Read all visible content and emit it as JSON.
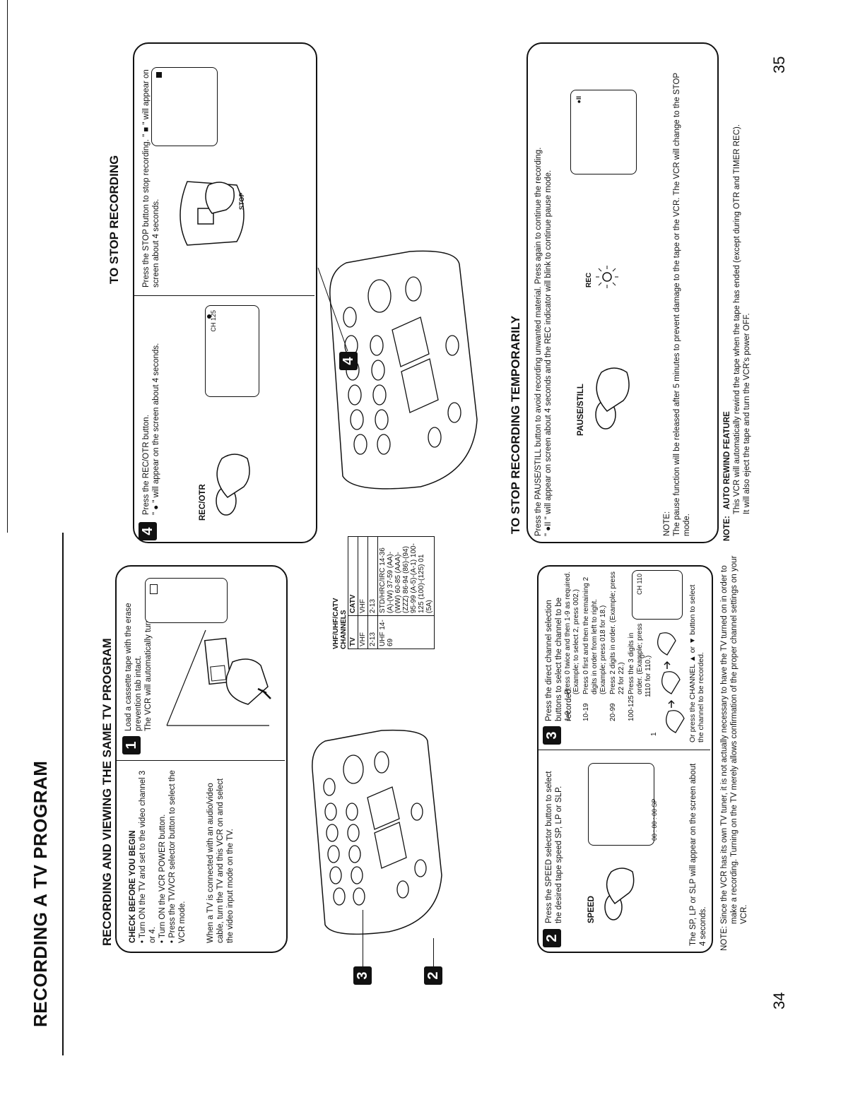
{
  "left": {
    "title": "RECORDING A TV PROGRAM",
    "section_title": "RECORDING AND VIEWING THE SAME TV PROGRAM",
    "check": {
      "heading": "CHECK BEFORE YOU BEGIN",
      "items": [
        "• Turn ON the TV and set to the video channel 3 or 4.",
        "• Turn ON the VCR POWER button.",
        "• Press the TV/VCR selector button to select the VCR mode."
      ],
      "av_note": "When a TV is connected with an audio/video cable, turn the TV and this VCR on and select the video input mode on the TV."
    },
    "step1": {
      "number": "1",
      "text": "Load a cassette tape with the erase prevention tab intact.",
      "text2": "The VCR will automatically turn on."
    },
    "step2": {
      "number": "2",
      "text": "Press the SPEED selector button to select the desired tape speed SP, LP or SLP.",
      "label": "SPEED",
      "screen": "00 : 00 : 00 SP",
      "footer": "The SP, LP or SLP will appear on the screen about 4 seconds."
    },
    "step3": {
      "number": "3",
      "intro": "Press the direct channel selection buttons to select the channel to be recorded.",
      "rows": [
        {
          "range": "1-9",
          "desc": "Press 0 twice and then 1-9 as required. (Example; to select 2, press 002.)"
        },
        {
          "range": "10-19",
          "desc": "Press 0 first and then the remaining 2 digits in order from left to right. (Example; press 018 for 18.)"
        },
        {
          "range": "20-99",
          "desc": "Press 2 digits in order. (Example; press 22 for 22.)"
        },
        {
          "range": "100-125",
          "desc": "Press the 3 digits in order. (Example; press 110 for 110.)"
        }
      ],
      "screen": "CH 110",
      "footer": "Or press the CHANNEL ▲ or ▼ button to select the channel to be recorded.",
      "seq": [
        "1",
        "1",
        "0"
      ]
    },
    "channels": {
      "title": "VHF/UHF/CATV CHANNELS",
      "headers": [
        "TV",
        "CATV"
      ],
      "rows": [
        [
          "VHF",
          "VHF"
        ],
        [
          "2-13",
          "2-13"
        ],
        [
          "UHF 14-69",
          "STD/HRC/IRC 14-36 (A)-(W) 37-59 (AA)-(WW) 60-85 (AAA)-(ZZZ) 86-94 (86)-(94) 95-99 (A-5)-(A-1) 100-125 (100)-(125) 01 (5A)"
        ]
      ]
    },
    "callouts": [
      "3",
      "2"
    ],
    "note_label": "NOTE:",
    "note": "Since the VCR has its own TV tuner, it is not actually necessary to have the TV turned on in order to make a recording. Turning on the TV merely allows confirmation of the proper channel settings on your VCR.",
    "page_number": "34"
  },
  "right": {
    "step4": {
      "number": "4",
      "text": "Press the REC/OTR button.",
      "text2": "\" ● \" will appear on the screen about 4 seconds.",
      "label": "REC/OTR",
      "screen": "CH 125"
    },
    "stop": {
      "title": "TO STOP RECORDING",
      "text": "Press the STOP button to stop recording. \" ■ \" will appear on screen about 4 seconds.",
      "label": "STOP"
    },
    "callout": "4",
    "pause": {
      "title": "TO STOP RECORDING TEMPORARILY",
      "text1": "Press the PAUSE/STILL button to avoid recording unwanted material. Press again to continue the recording.",
      "text2": "\" ●II \" will appear on screen about 4 seconds and the REC indicator will blink to continue pause mode.",
      "label": "PAUSE/STILL",
      "rec_label": "REC",
      "note_label": "NOTE:",
      "note": "The pause function will be released after 5 minutes to prevent damage to the tape or the VCR. The VCR will change to the STOP mode."
    },
    "auto_rewind": {
      "label": "NOTE:",
      "heading": "AUTO REWIND FEATURE",
      "text": "This VCR will automatically rewind the tape when the tape has ended (except during OTR and TIMER REC).",
      "text2": "It will also eject the tape and turn the VCR's power OFF."
    },
    "page_number": "35"
  },
  "icons": [
    "hand-press-icon",
    "remote-control-icon",
    "cassette-insert-icon",
    "tv-screen-icon",
    "rec-indicator-icon"
  ]
}
